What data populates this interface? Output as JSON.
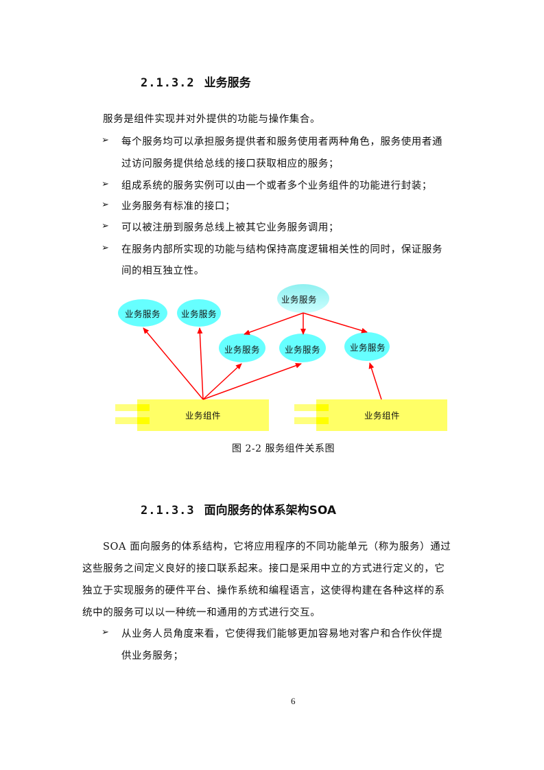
{
  "section_2132": {
    "number": "2.1.3.2",
    "title": "业务服务",
    "intro": "服务是组件实现并对外提供的功能与操作集合。",
    "bullet_symbol": "➢",
    "bullets": [
      {
        "lines": [
          "每个服务均可以承担服务提供者和服务使用者两种角色，服务使用者通",
          "过访问服务提供给总线的接口获取相应的服务；"
        ]
      },
      {
        "lines": [
          "组成系统的服务实例可以由一个或者多个业务组件的功能进行封装；"
        ]
      },
      {
        "lines": [
          "业务服务有标准的接口；"
        ]
      },
      {
        "lines": [
          "可以被注册到服务总线上被其它业务服务调用；"
        ]
      },
      {
        "lines": [
          "在服务内部所实现的功能与结构保持高度逻辑相关性的同时，保证服务",
          "间的相互独立性。"
        ]
      }
    ]
  },
  "figure": {
    "caption": "图 2-2 服务组件关系图",
    "colors": {
      "service_fill": "#66ffff",
      "component_fill": "#ffff66",
      "component_tab": "#ffff00",
      "arrow": "#ff0000"
    },
    "services": [
      {
        "id": "s1",
        "label": "业务服务"
      },
      {
        "id": "s2",
        "label": "业务服务"
      },
      {
        "id": "s_top",
        "label": "业务服务"
      },
      {
        "id": "s3",
        "label": "业务服务"
      },
      {
        "id": "s4",
        "label": "业务服务"
      },
      {
        "id": "s5",
        "label": "业务服务"
      }
    ],
    "components": [
      {
        "id": "c1",
        "label": "业务组件"
      },
      {
        "id": "c2",
        "label": "业务组件"
      }
    ]
  },
  "section_2133": {
    "number": "2.1.3.3",
    "title": "面向服务的体系架构SOA",
    "paragraph_lines": [
      "SOA 面向服务的体系结构，它将应用程序的不同功能单元（称为服务）通过",
      "这些服务之间定义良好的接口联系起来。接口是采用中立的方式进行定义的，它",
      "独立于实现服务的硬件平台、操作系统和编程语言，这使得构建在各种这样的系",
      "统中的服务可以以一种统一和通用的方式进行交互。"
    ],
    "bullets": [
      {
        "lines": [
          "从业务人员角度来看，它使得我们能够更加容易地对客户和合作伙伴提",
          "供业务服务；"
        ]
      }
    ]
  },
  "page_number": "6"
}
